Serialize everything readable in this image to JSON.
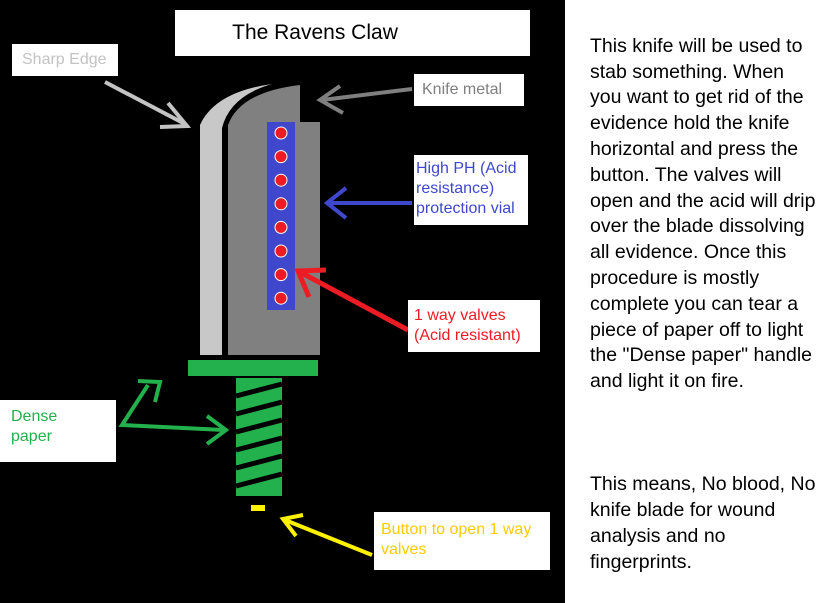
{
  "title": "The Ravens Claw",
  "labels": {
    "sharp_edge": "Sharp Edge",
    "knife_metal": "Knife metal",
    "vial": "High PH (Acid\nresistance)\nprotection vial",
    "valves": "1 way valves\n(Acid resistant)",
    "dense_paper": "Dense\npaper",
    "button": "Button to open 1 way\nvalves"
  },
  "description": {
    "paragraph1": "This knife will be used to stab something. When you want to get rid of the evidence hold the knife horizontal and press the button. The valves will open and the acid will drip over the blade dissolving all evidence. Once this procedure is mostly complete you can tear a piece of paper off to light the \"Dense paper\" handle and light it on fire.",
    "paragraph2": "This means, No blood, No knife blade for wound analysis and no fingerprints."
  },
  "colors": {
    "background": "#000000",
    "sharp_edge": "#c8c8c8",
    "blade": "#808080",
    "vial": "#3f48cc",
    "valve": "#ed1c24",
    "handle": "#22b14c",
    "button": "#fff200",
    "sharp_edge_text": "#c3c3c3",
    "knife_metal_text": "#7f7f7f",
    "vial_text": "#3f48cc",
    "valves_text": "#ed1c24",
    "dense_paper_text": "#22b14c",
    "button_text": "#ffcc00"
  },
  "valve_count": 8
}
